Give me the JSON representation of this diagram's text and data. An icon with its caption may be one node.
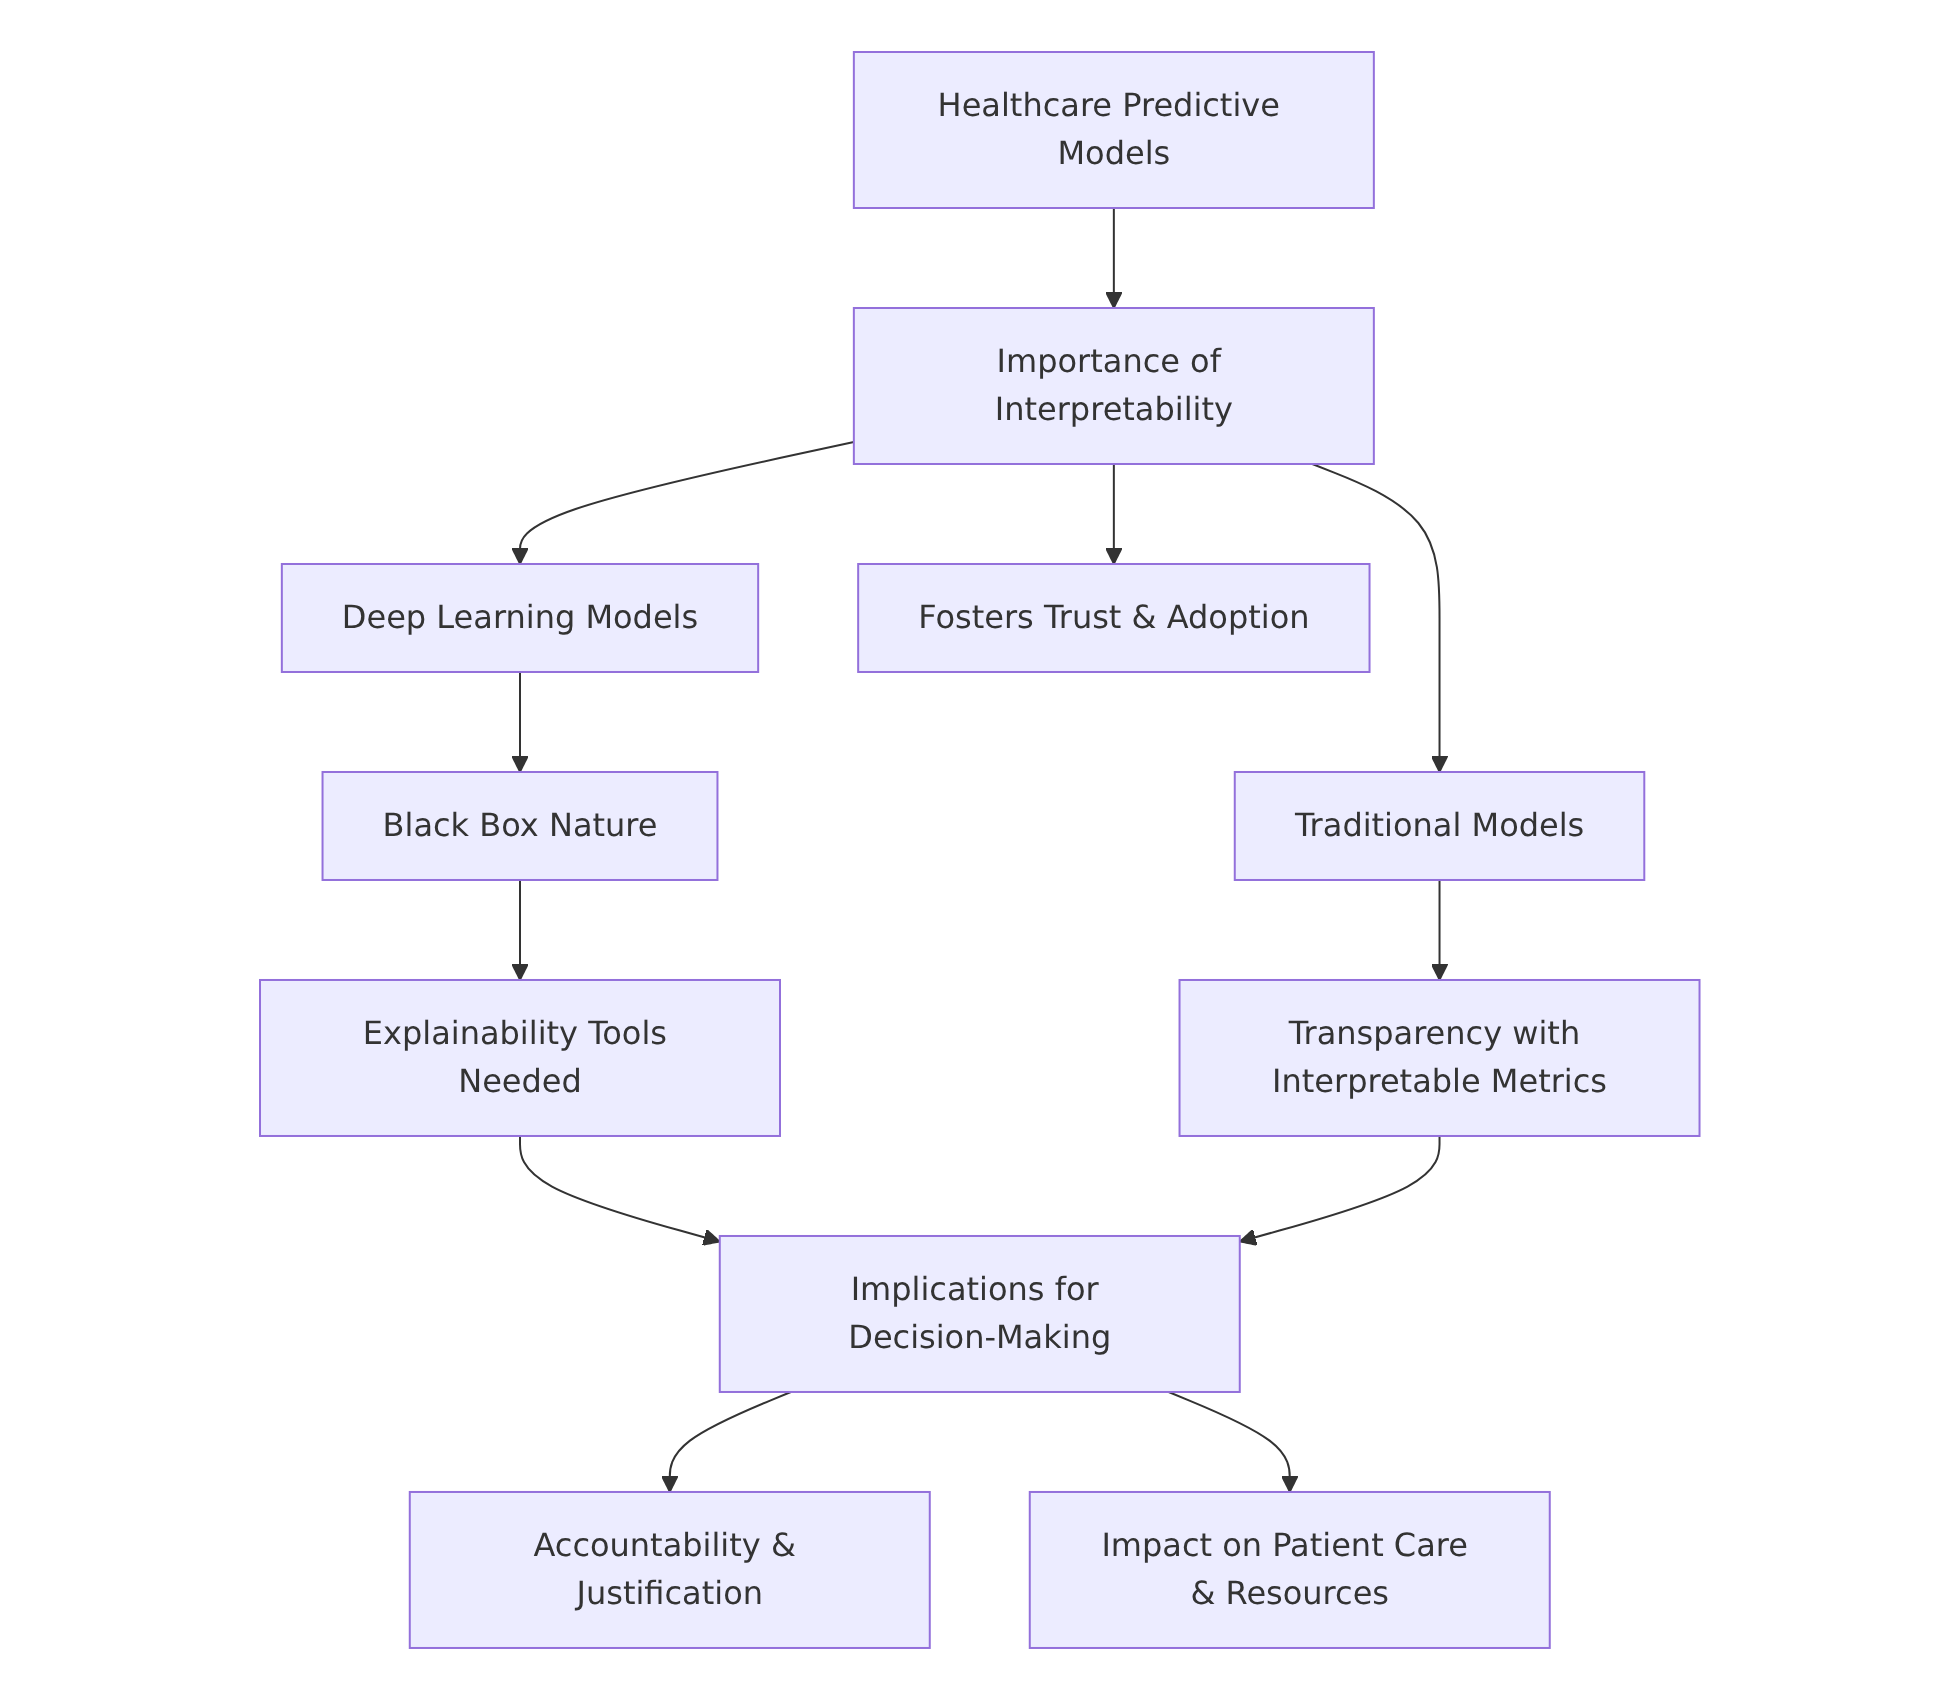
{
  "diagram": {
    "nodes": [
      {
        "text": [
          "Healthcare Predictive Models"
        ]
      },
      {
        "text": [
          "Importance of Interpretability"
        ]
      },
      {
        "text": [
          "Deep Learning Models"
        ]
      },
      {
        "text": [
          "Fosters Trust & Adoption"
        ]
      },
      {
        "text": [
          "Black Box Nature"
        ]
      },
      {
        "text": [
          "Traditional Models"
        ]
      },
      {
        "text": [
          "Explainability Tools Needed"
        ]
      },
      {
        "text": [
          "Transparency with Interpretable Metrics"
        ]
      },
      {
        "text": [
          "Implications for Decision-Making"
        ]
      },
      {
        "text": [
          "Accountability & Justification"
        ]
      },
      {
        "text": [
          "Impact on Patient Care & Resources"
        ]
      }
    ],
    "edges": [
      {
        "from": 0,
        "to": 1,
        "arrow": "to"
      },
      {
        "from": 1,
        "to": 2,
        "arrow": "to"
      },
      {
        "from": 1,
        "to": 3,
        "arrow": "to"
      },
      {
        "from": 1,
        "to": 5,
        "arrow": "to"
      },
      {
        "from": 2,
        "to": 4,
        "arrow": "to"
      },
      {
        "from": 5,
        "to": 7,
        "arrow": "to"
      },
      {
        "from": 4,
        "to": 6,
        "arrow": "to"
      },
      {
        "from": 6,
        "to": 8,
        "arrow": "to"
      },
      {
        "from": 7,
        "to": 8,
        "arrow": "to"
      },
      {
        "from": 8,
        "to": 9,
        "arrow": "to"
      },
      {
        "from": 8,
        "to": 10,
        "arrow": "to"
      }
    ]
  }
}
